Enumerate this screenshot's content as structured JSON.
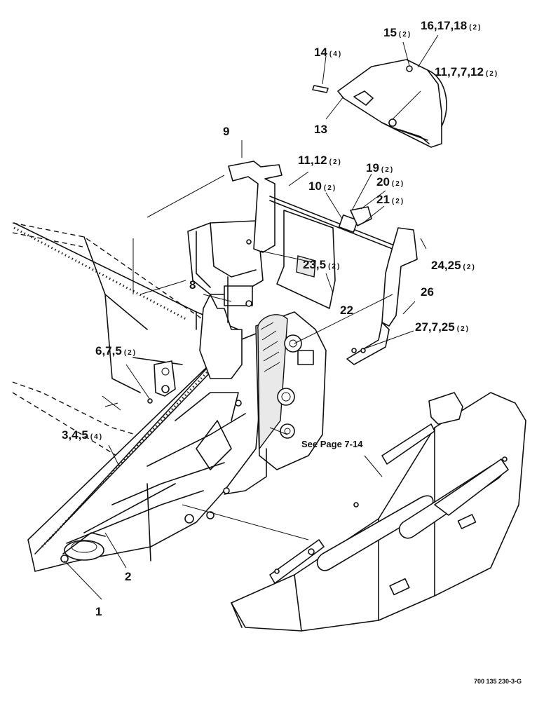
{
  "callouts": [
    {
      "id": "c14",
      "num": "14",
      "qty": "(4)"
    },
    {
      "id": "c15",
      "num": "15",
      "qty": "(2)"
    },
    {
      "id": "c16",
      "num": "16,17,18",
      "qty": "(2)"
    },
    {
      "id": "c11a",
      "num": "11,7,7,12",
      "qty": "(2)"
    },
    {
      "id": "c13",
      "num": "13",
      "qty": ""
    },
    {
      "id": "c9",
      "num": "9",
      "qty": ""
    },
    {
      "id": "c11b",
      "num": "11,12",
      "qty": "(2)"
    },
    {
      "id": "c19",
      "num": "19",
      "qty": "(2)"
    },
    {
      "id": "c10",
      "num": "10",
      "qty": "(2)"
    },
    {
      "id": "c20",
      "num": "20",
      "qty": "(2)"
    },
    {
      "id": "c21",
      "num": "21",
      "qty": "(2)"
    },
    {
      "id": "c23",
      "num": "23,5",
      "qty": "(2)"
    },
    {
      "id": "c24",
      "num": "24,25",
      "qty": "(2)"
    },
    {
      "id": "c8",
      "num": "8",
      "qty": ""
    },
    {
      "id": "c22",
      "num": "22",
      "qty": ""
    },
    {
      "id": "c26",
      "num": "26",
      "qty": ""
    },
    {
      "id": "c27",
      "num": "27,7,25",
      "qty": "(2)"
    },
    {
      "id": "c6",
      "num": "6,7,5",
      "qty": "(2)"
    },
    {
      "id": "c3",
      "num": "3,4,5",
      "qty": "(4)"
    },
    {
      "id": "c2",
      "num": "2",
      "qty": ""
    },
    {
      "id": "c1",
      "num": "1",
      "qty": ""
    }
  ],
  "note": "See Page 7-14",
  "drawing_code": "700 135 230-3-G"
}
